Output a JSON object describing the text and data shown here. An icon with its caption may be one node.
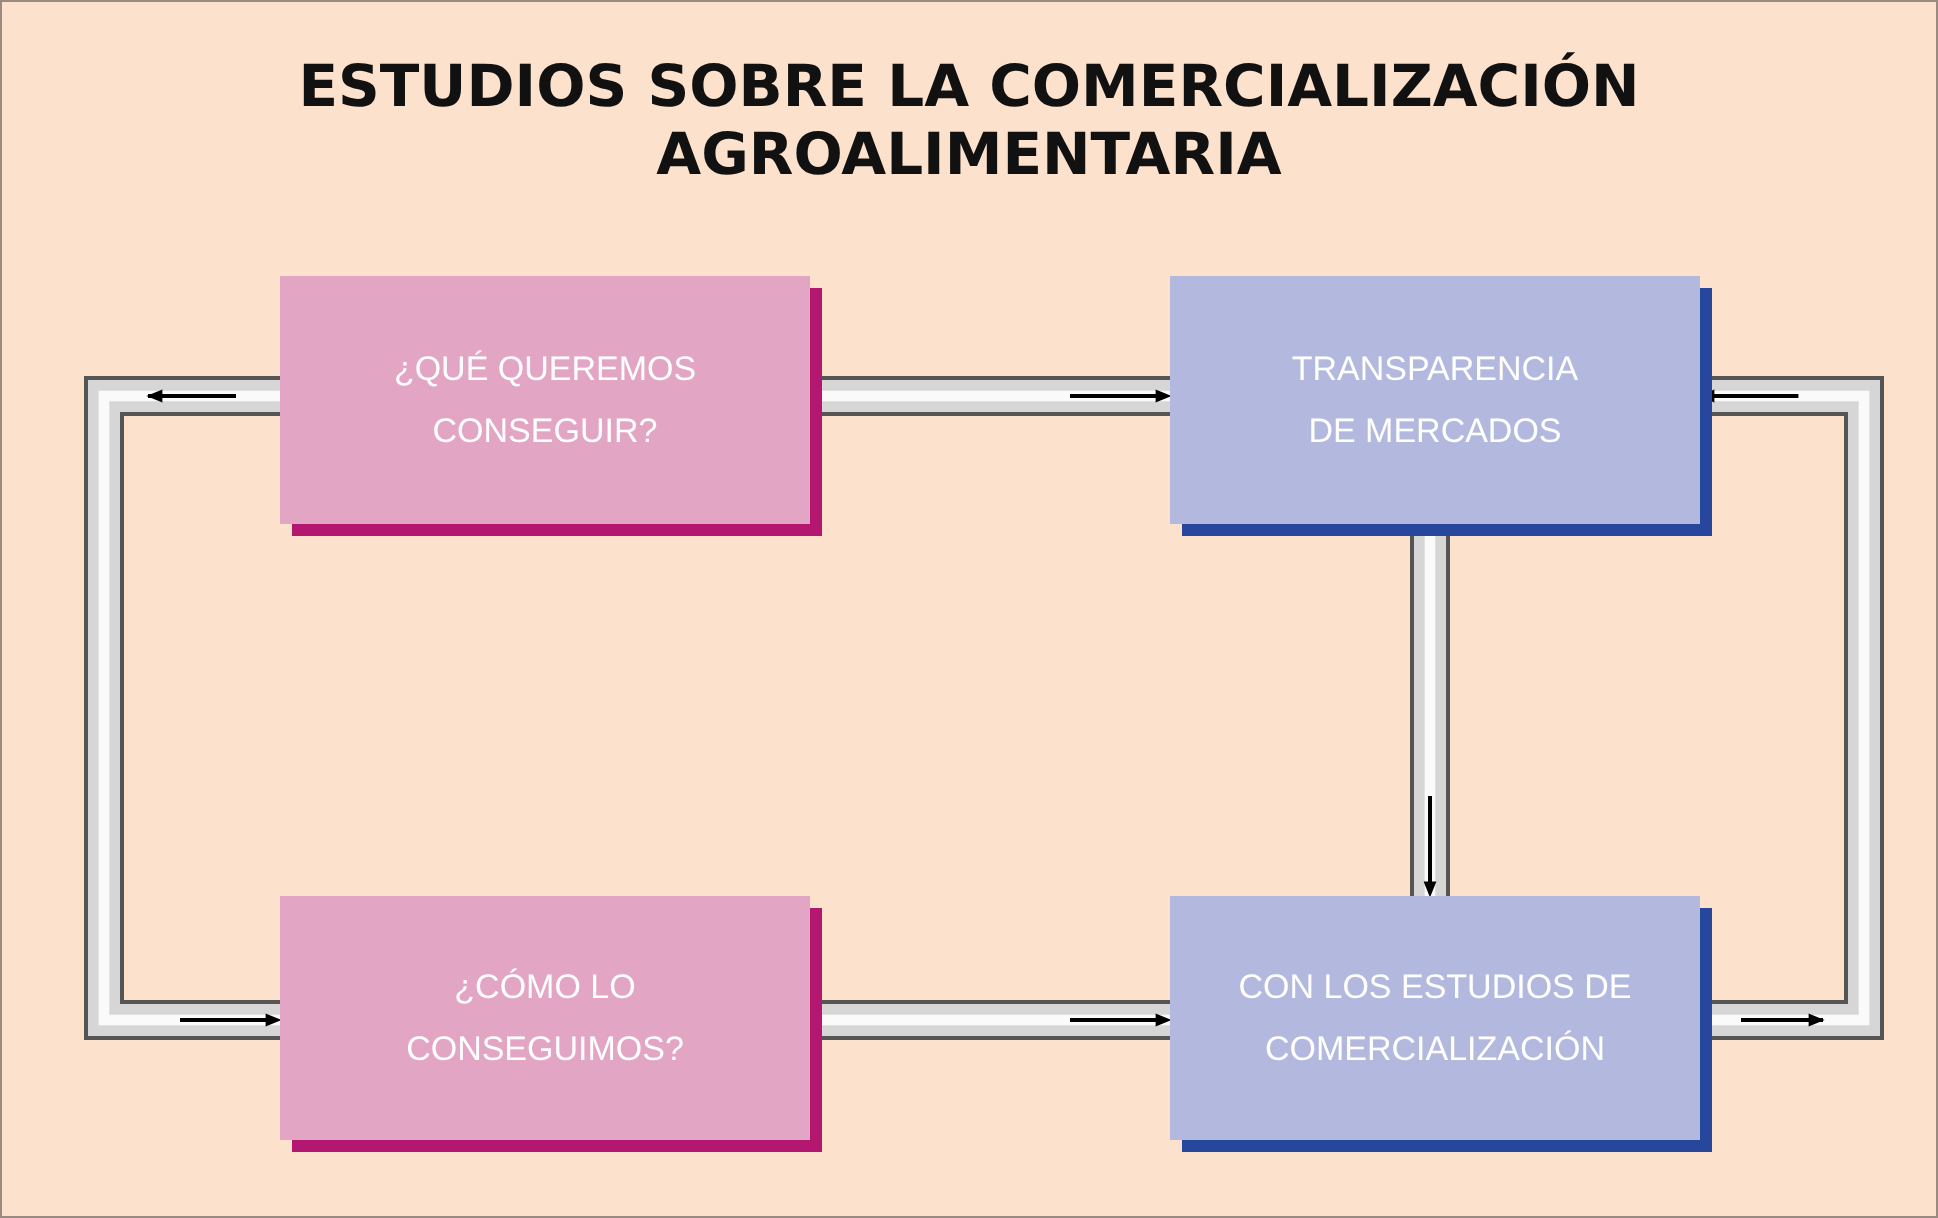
{
  "diagram": {
    "title": "ESTUDIOS SOBRE LA COMERCIALIZACIÓN AGROALIMENTARIA",
    "nodes": [
      {
        "text": [
          "¿QUÉ QUEREMOS CONSEGUIR?"
        ]
      },
      {
        "text": [
          "TRANSPARENCIA DE MERCADOS"
        ]
      },
      {
        "text": [
          "¿CÓMO LO CONSEGUIMOS?"
        ]
      },
      {
        "text": [
          "CON LOS ESTUDIOS DE COMERCIALIZACIÓN"
        ]
      }
    ],
    "edges": [
      {
        "from": 0,
        "to": 1,
        "arrow": "to"
      },
      {
        "from": 1,
        "to": 3,
        "arrow": "to"
      },
      {
        "from": 2,
        "to": 3,
        "arrow": "to"
      },
      {
        "from": 3,
        "to": 1,
        "arrow": "to"
      },
      {
        "from": 0,
        "to": 2,
        "arrow": "to"
      }
    ]
  }
}
